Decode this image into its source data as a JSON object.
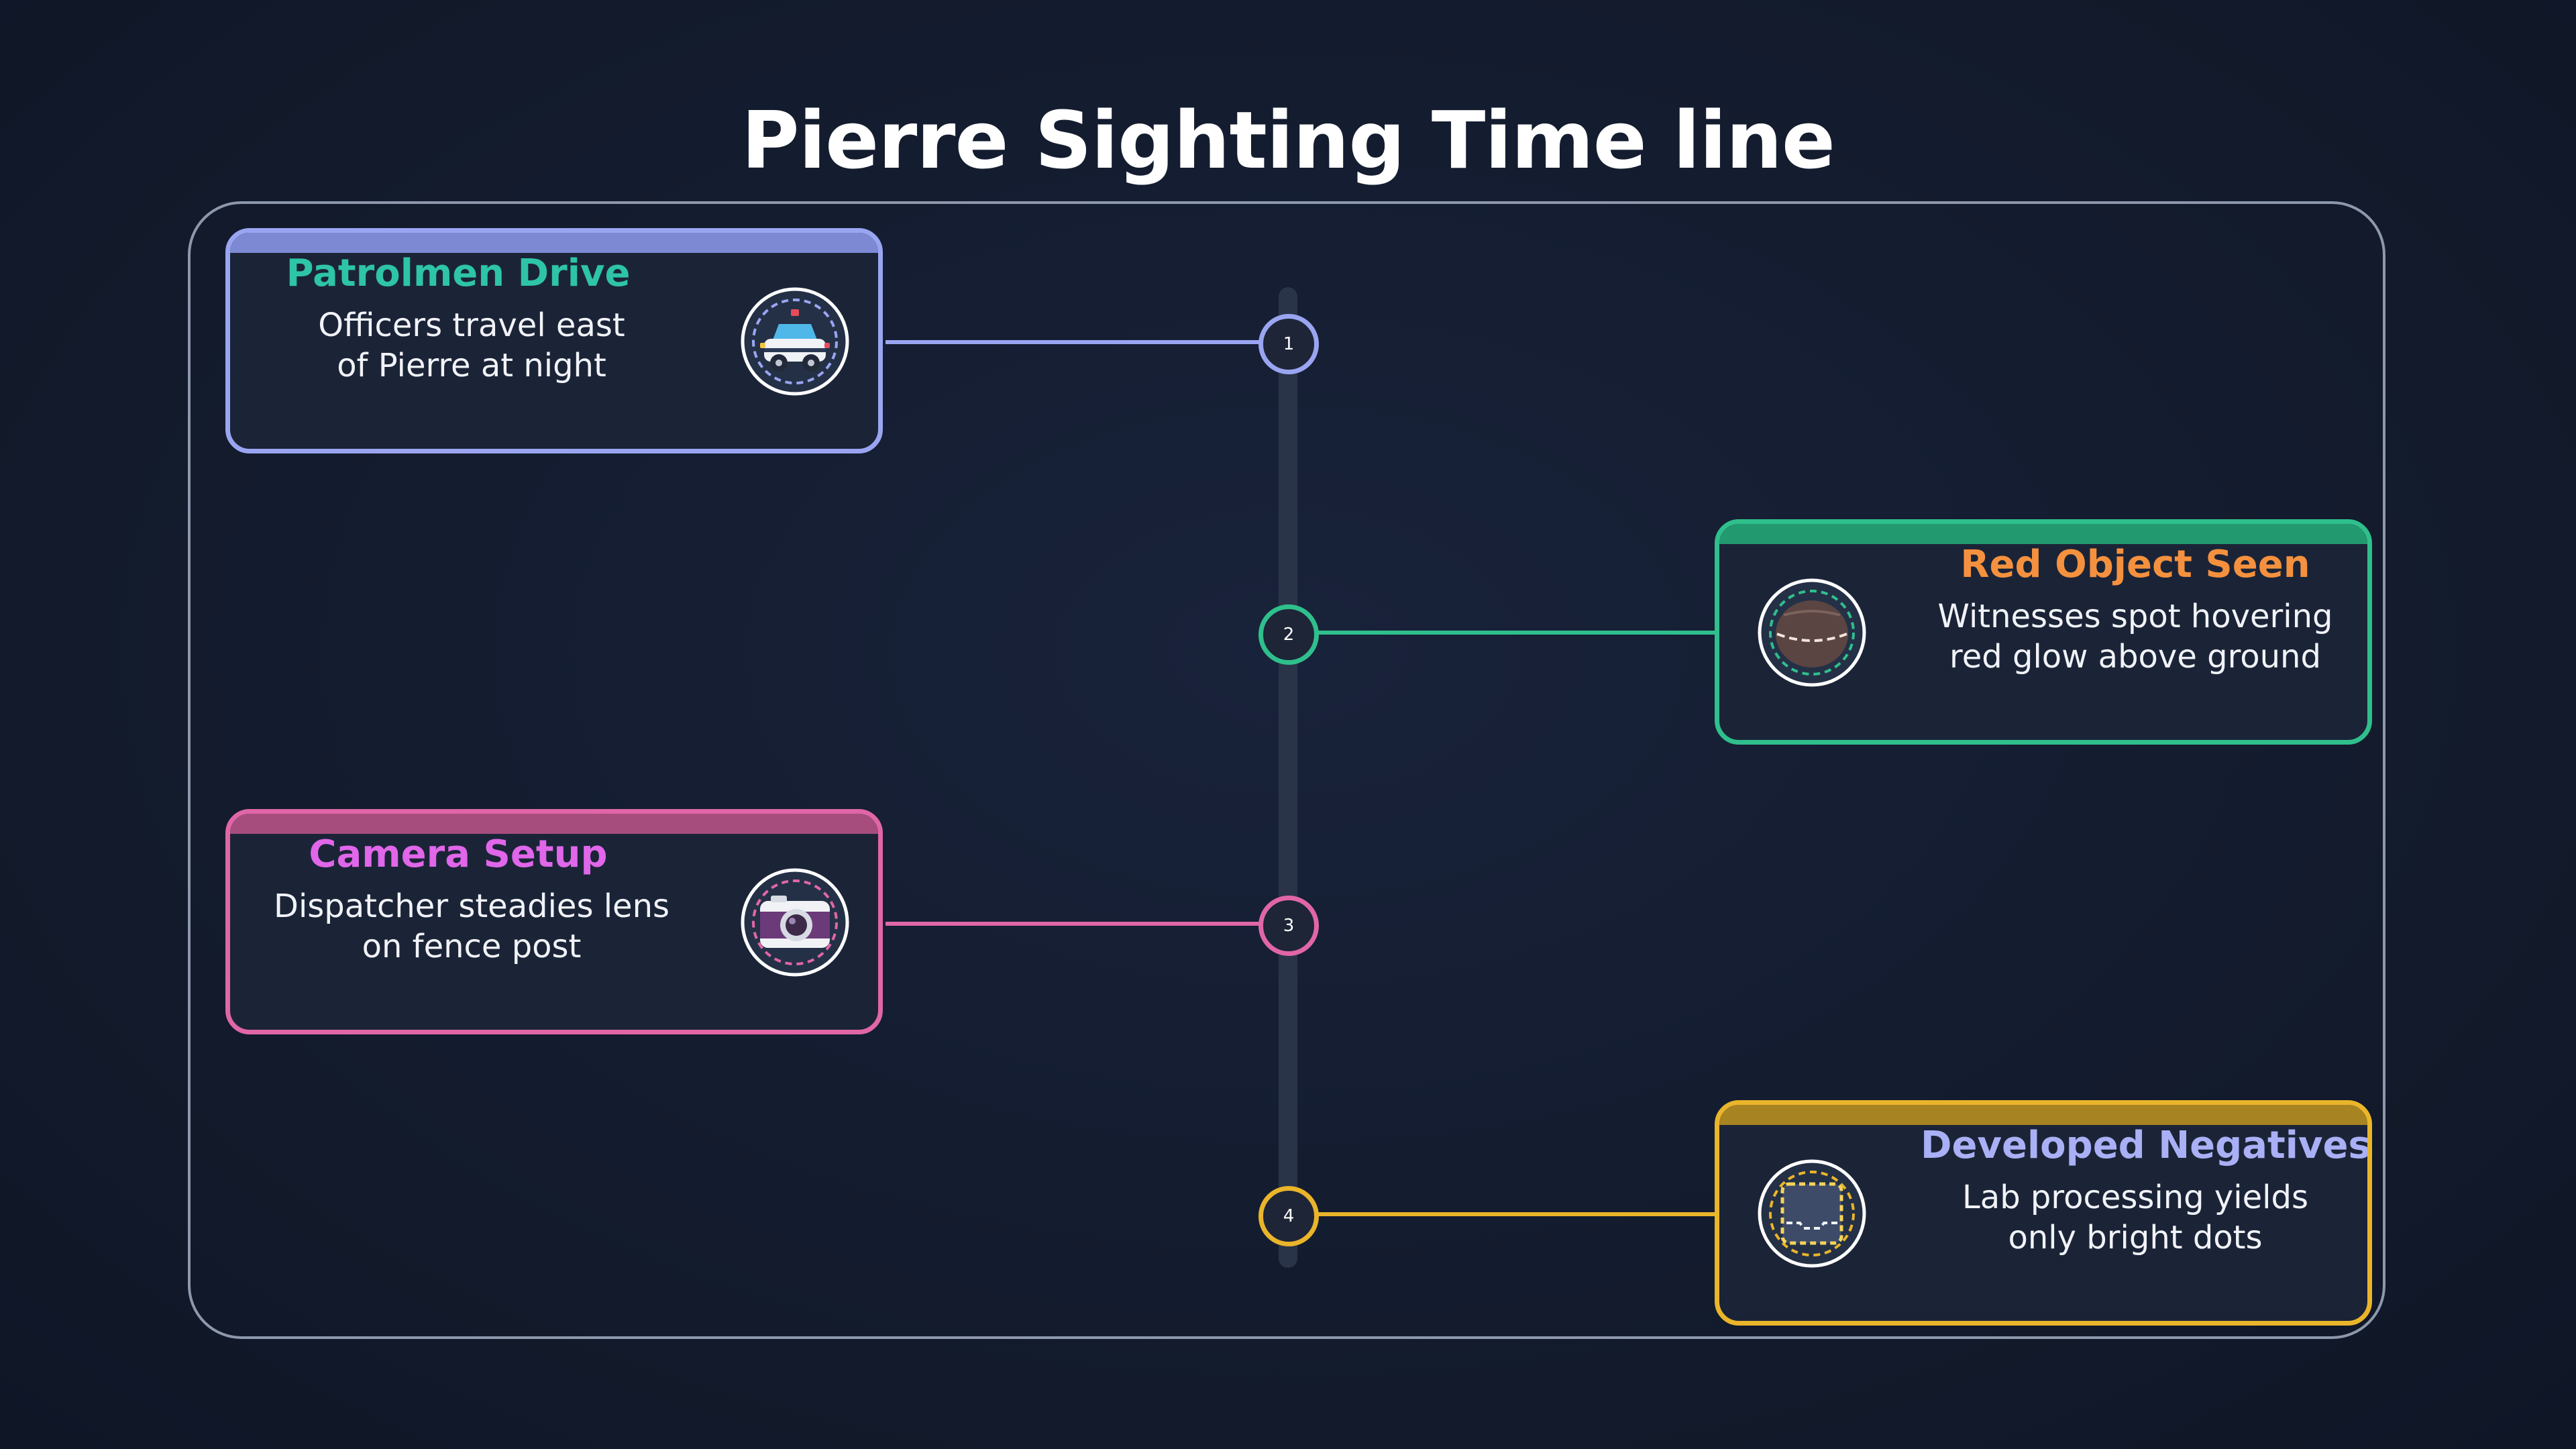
{
  "title": "Pierre Sighting Time line",
  "events": [
    {
      "number": "1",
      "title": "Patrolmen Drive",
      "line1": "Officers travel east",
      "line2": "of Pierre at night",
      "icon": "police-car-icon",
      "accent": "#9aa5f2",
      "title_color": "#2ec4a7"
    },
    {
      "number": "2",
      "title": "Red Object Seen",
      "line1": "Witnesses spot hovering",
      "line2": "red glow above ground",
      "icon": "red-object-icon",
      "accent": "#2fbf8c",
      "title_color": "#f5913e"
    },
    {
      "number": "3",
      "title": "Camera Setup",
      "line1": "Dispatcher steadies lens",
      "line2": "on fence post",
      "icon": "camera-icon",
      "accent": "#e066a8",
      "title_color": "#e066ea"
    },
    {
      "number": "4",
      "title": "Developed Negatives",
      "line1": "Lab processing yields",
      "line2": "only bright dots",
      "icon": "film-negative-icon",
      "accent": "#eab52a",
      "title_color": "#a9b0f5"
    }
  ]
}
